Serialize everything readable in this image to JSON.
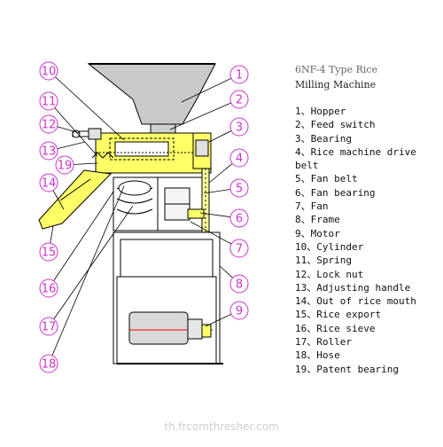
{
  "title": {
    "line1": "6NF-4 Type Rice",
    "line2": "Milling Machine"
  },
  "legend": [
    "1、Hopper",
    "2、Feed switch",
    "3、Bearing",
    "4、Rice machine drive",
    "belt",
    "5、Fan belt",
    "6、Fan bearing",
    "7、Fan",
    "8、Frame",
    "9、Motor",
    "10、Cylinder",
    "11、Spring",
    "12、Lock nut",
    "13、Adjusting handle",
    "14、Out of rice mouth",
    "15、Rice export",
    "16、Rice sieve",
    "17、Roller",
    "18、Hose",
    "19、Patent bearing"
  ],
  "callouts": [
    "1",
    "2",
    "3",
    "4",
    "5",
    "6",
    "7",
    "8",
    "9",
    "10",
    "11",
    "12",
    "13",
    "14",
    "15",
    "16",
    "17",
    "18",
    "19"
  ],
  "watermark": "th.frcomthresher.com",
  "colors": {
    "callout": "#cc33cc",
    "hopper_fill": "#c9c9c9",
    "housing_fill": "#ffff66",
    "line": "#000000",
    "motor_fill": "#d9d9d9",
    "belt_fill": "#ffff99"
  }
}
